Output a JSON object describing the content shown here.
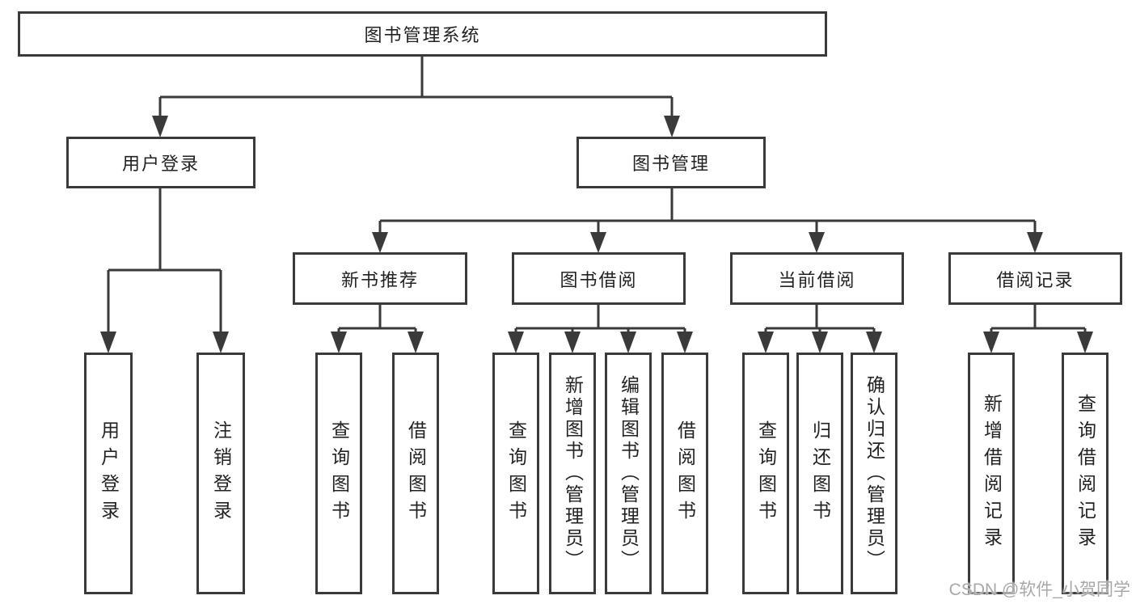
{
  "colors": {
    "line": "#3a3a3a",
    "border": "#3a3a3a",
    "text": "#222222",
    "background": "#ffffff",
    "watermark": "#a8a8a8"
  },
  "diagram": {
    "root": {
      "label": "图书管理系统"
    },
    "level1": [
      {
        "label": "用户登录",
        "parent": "图书管理系统"
      },
      {
        "label": "图书管理",
        "parent": "图书管理系统"
      }
    ],
    "level2": [
      {
        "label": "新书推荐",
        "parent": "图书管理"
      },
      {
        "label": "图书借阅",
        "parent": "图书管理"
      },
      {
        "label": "当前借阅",
        "parent": "图书管理"
      },
      {
        "label": "借阅记录",
        "parent": "图书管理"
      }
    ],
    "leaves": [
      {
        "label": "用户登录",
        "parent": "用户登录"
      },
      {
        "label": "注销登录",
        "parent": "用户登录"
      },
      {
        "label": "查询图书",
        "parent": "新书推荐"
      },
      {
        "label": "借阅图书",
        "parent": "新书推荐"
      },
      {
        "label": "查询图书",
        "parent": "图书借阅"
      },
      {
        "label": "新增图书（管理员）",
        "parent": "图书借阅"
      },
      {
        "label": "编辑图书（管理员）",
        "parent": "图书借阅"
      },
      {
        "label": "借阅图书",
        "parent": "图书借阅"
      },
      {
        "label": "查询图书",
        "parent": "当前借阅"
      },
      {
        "label": "归还图书",
        "parent": "当前借阅"
      },
      {
        "label": "确认归还（管理员）",
        "parent": "当前借阅"
      },
      {
        "label": "新增借阅记录",
        "parent": "借阅记录"
      },
      {
        "label": "查询借阅记录",
        "parent": "借阅记录"
      }
    ]
  },
  "watermark": {
    "text": "CSDN @软件_小贺同学"
  }
}
